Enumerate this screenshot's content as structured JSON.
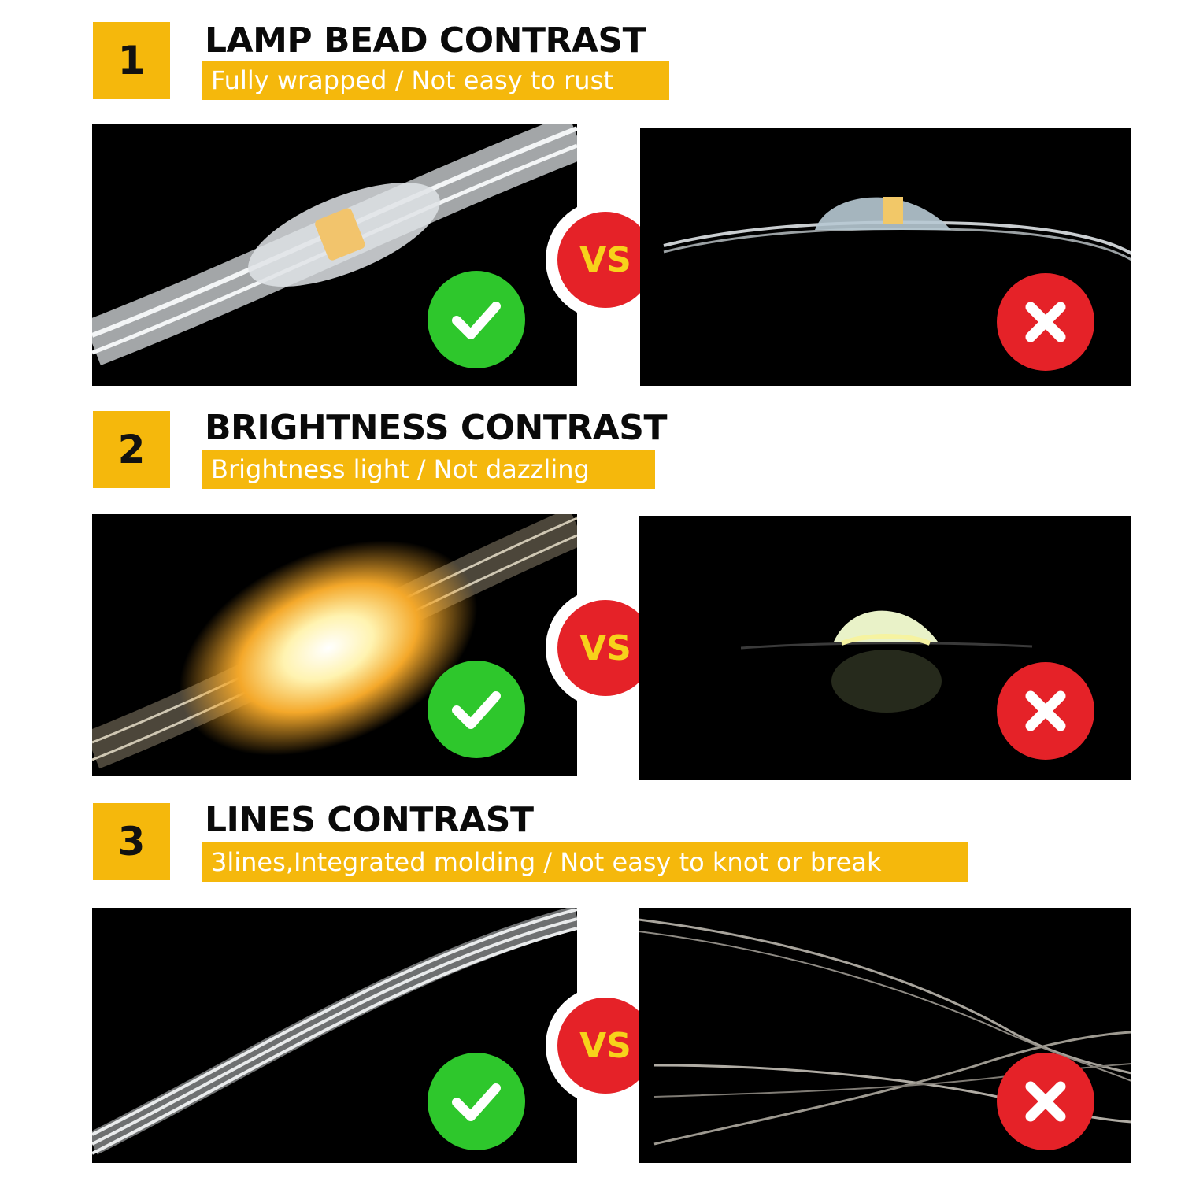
{
  "sections": [
    {
      "number": "1",
      "title": "LAMP BEAD CONTRAST",
      "subtitle": "Fully wrapped / Not easy to rust",
      "vs": "VS"
    },
    {
      "number": "2",
      "title": "BRIGHTNESS CONTRAST",
      "subtitle": "Brightness light / Not dazzling",
      "vs": "VS"
    },
    {
      "number": "3",
      "title": "LINES CONTRAST",
      "subtitle": "3lines,Integrated molding / Not easy to knot or break",
      "vs": "VS"
    }
  ],
  "icons": {
    "good": "check-icon",
    "bad": "cross-icon"
  },
  "colors": {
    "accent": "#f5b80c",
    "good": "#2ec72c",
    "bad": "#e52228",
    "vs_text": "#f7d21b"
  }
}
